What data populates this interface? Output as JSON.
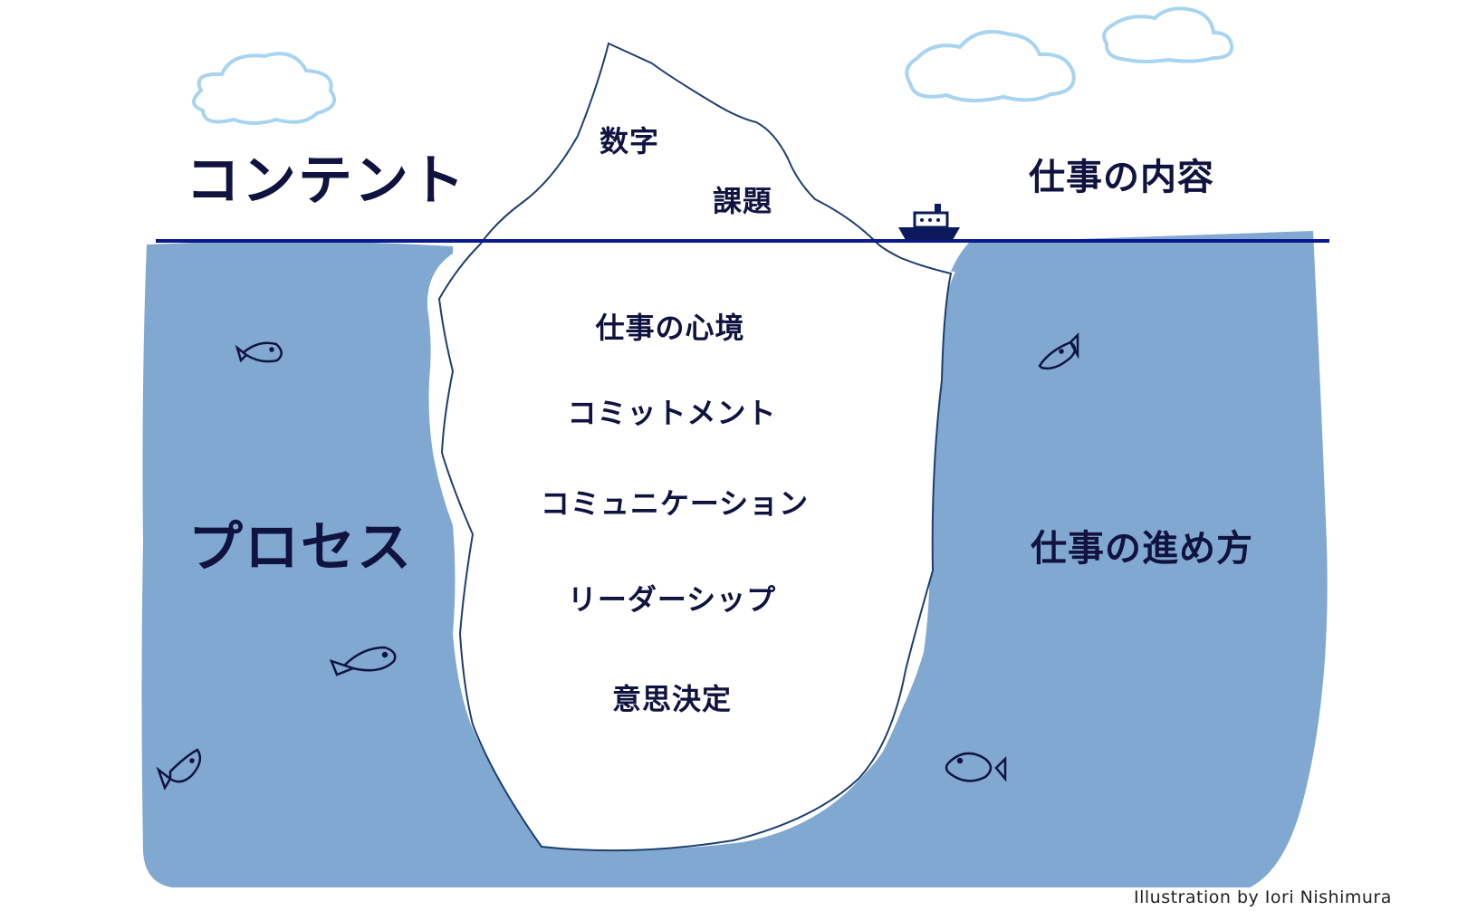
{
  "labels": {
    "content": "コンテント",
    "work_content": "仕事の内容",
    "process": "プロセス",
    "work_method": "仕事の進め方"
  },
  "tip_items": [
    "数字",
    "課題"
  ],
  "submerged_items": [
    "仕事の心境",
    "コミットメント",
    "コミュニケーション",
    "リーダーシップ",
    "意思決定"
  ],
  "credit": "Illustration by Iori Nishimura",
  "colors": {
    "water": "#80a8d1",
    "waterline": "#0a1a8a",
    "outline": "#1e3f6e",
    "cloud": "#a8d4ef",
    "text": "#10133f",
    "ship": "#0c1a5c"
  },
  "icons": [
    "cloud-icon",
    "ship-icon",
    "fish-icon"
  ]
}
